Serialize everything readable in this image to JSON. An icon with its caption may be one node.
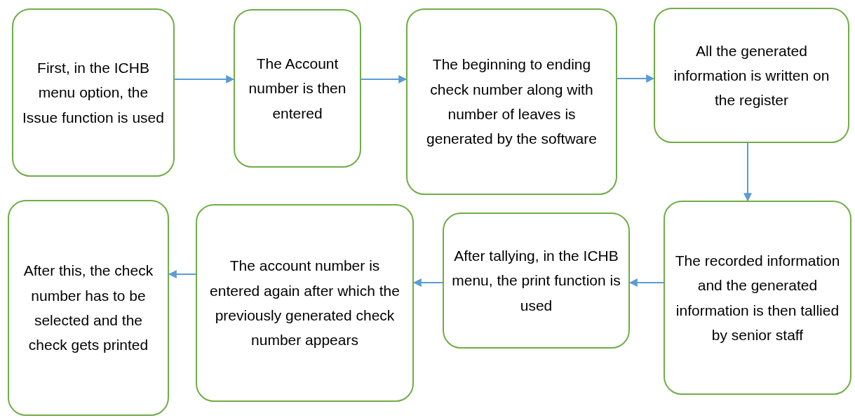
{
  "diagram": {
    "nodes": [
      {
        "text": [
          "First, in the ICHB menu option, the Issue function is used"
        ]
      },
      {
        "text": [
          "The Account number is then entered"
        ]
      },
      {
        "text": [
          "The beginning to ending check number along with number of leaves is generated by the software"
        ]
      },
      {
        "text": [
          "All the generated information is written on the register"
        ]
      },
      {
        "text": [
          "The recorded information and the generated information is then tallied by senior staff"
        ]
      },
      {
        "text": [
          "After tallying, in the ICHB menu, the print function is used"
        ]
      },
      {
        "text": [
          "The account number is entered again after which the previously generated check number appears"
        ]
      },
      {
        "text": [
          "After this, the check number has to be selected and the check gets printed"
        ]
      }
    ],
    "edges": [
      {
        "from": 0,
        "to": 1,
        "arrow": "to"
      },
      {
        "from": 1,
        "to": 2,
        "arrow": "to"
      },
      {
        "from": 2,
        "to": 3,
        "arrow": "to"
      },
      {
        "from": 3,
        "to": 4,
        "arrow": "to"
      },
      {
        "from": 4,
        "to": 5,
        "arrow": "to"
      },
      {
        "from": 5,
        "to": 6,
        "arrow": "to"
      },
      {
        "from": 6,
        "to": 7,
        "arrow": "to"
      }
    ]
  }
}
